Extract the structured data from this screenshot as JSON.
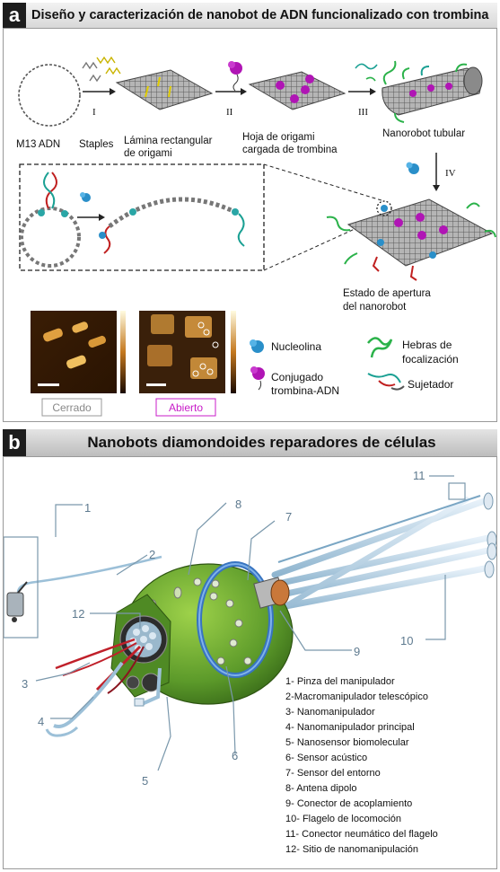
{
  "panel_a": {
    "letter": "a",
    "title": "Diseño y caracterización de nanobot de ADN funcionalizado con trombina",
    "labels": {
      "m13": "M13 ADN",
      "staples": "Staples",
      "lamina": [
        "Lámina rectangular",
        "de origami"
      ],
      "hoja": [
        "Hoja de origami",
        "cargada de trombina"
      ],
      "tubular": "Nanorobot tubular",
      "apertura": [
        "Estado de apertura",
        "del nanorobot"
      ]
    },
    "steps": [
      "I",
      "II",
      "III",
      "IV"
    ],
    "afm": {
      "closed": "Cerrado",
      "open": "Abierto"
    },
    "legend": {
      "nucleolina": "Nucleolina",
      "conjugado": [
        "Conjugado",
        "trombina-ADN"
      ],
      "hebras": [
        "Hebras de",
        "focalización"
      ],
      "sujetador": "Sujetador"
    },
    "colors": {
      "closed_border": "#9a9a9a",
      "open_border": "#c81cc8",
      "thrombin": "#b015b5",
      "nucleolin": "#2a8fc9"
    }
  },
  "panel_b": {
    "letter": "b",
    "title": "Nanobots diamondoides reparadores de células",
    "callouts": [
      "1",
      "2",
      "3",
      "4",
      "5",
      "6",
      "7",
      "8",
      "9",
      "10",
      "11",
      "12"
    ],
    "legend": [
      "1- Pinza del manipulador",
      "2-Macromanipulador telescópico",
      "3- Nanomanipulador",
      "4- Nanomanipulador principal",
      "5- Nanosensor biomolecular",
      "6- Sensor acústico",
      "7- Sensor del entorno",
      "8- Antena dipolo",
      "9- Conector de acoplamiento",
      "10- Flagelo de locomoción",
      "11- Conector neumático del flagelo",
      "12- Sitio de nanomanipulación"
    ]
  }
}
